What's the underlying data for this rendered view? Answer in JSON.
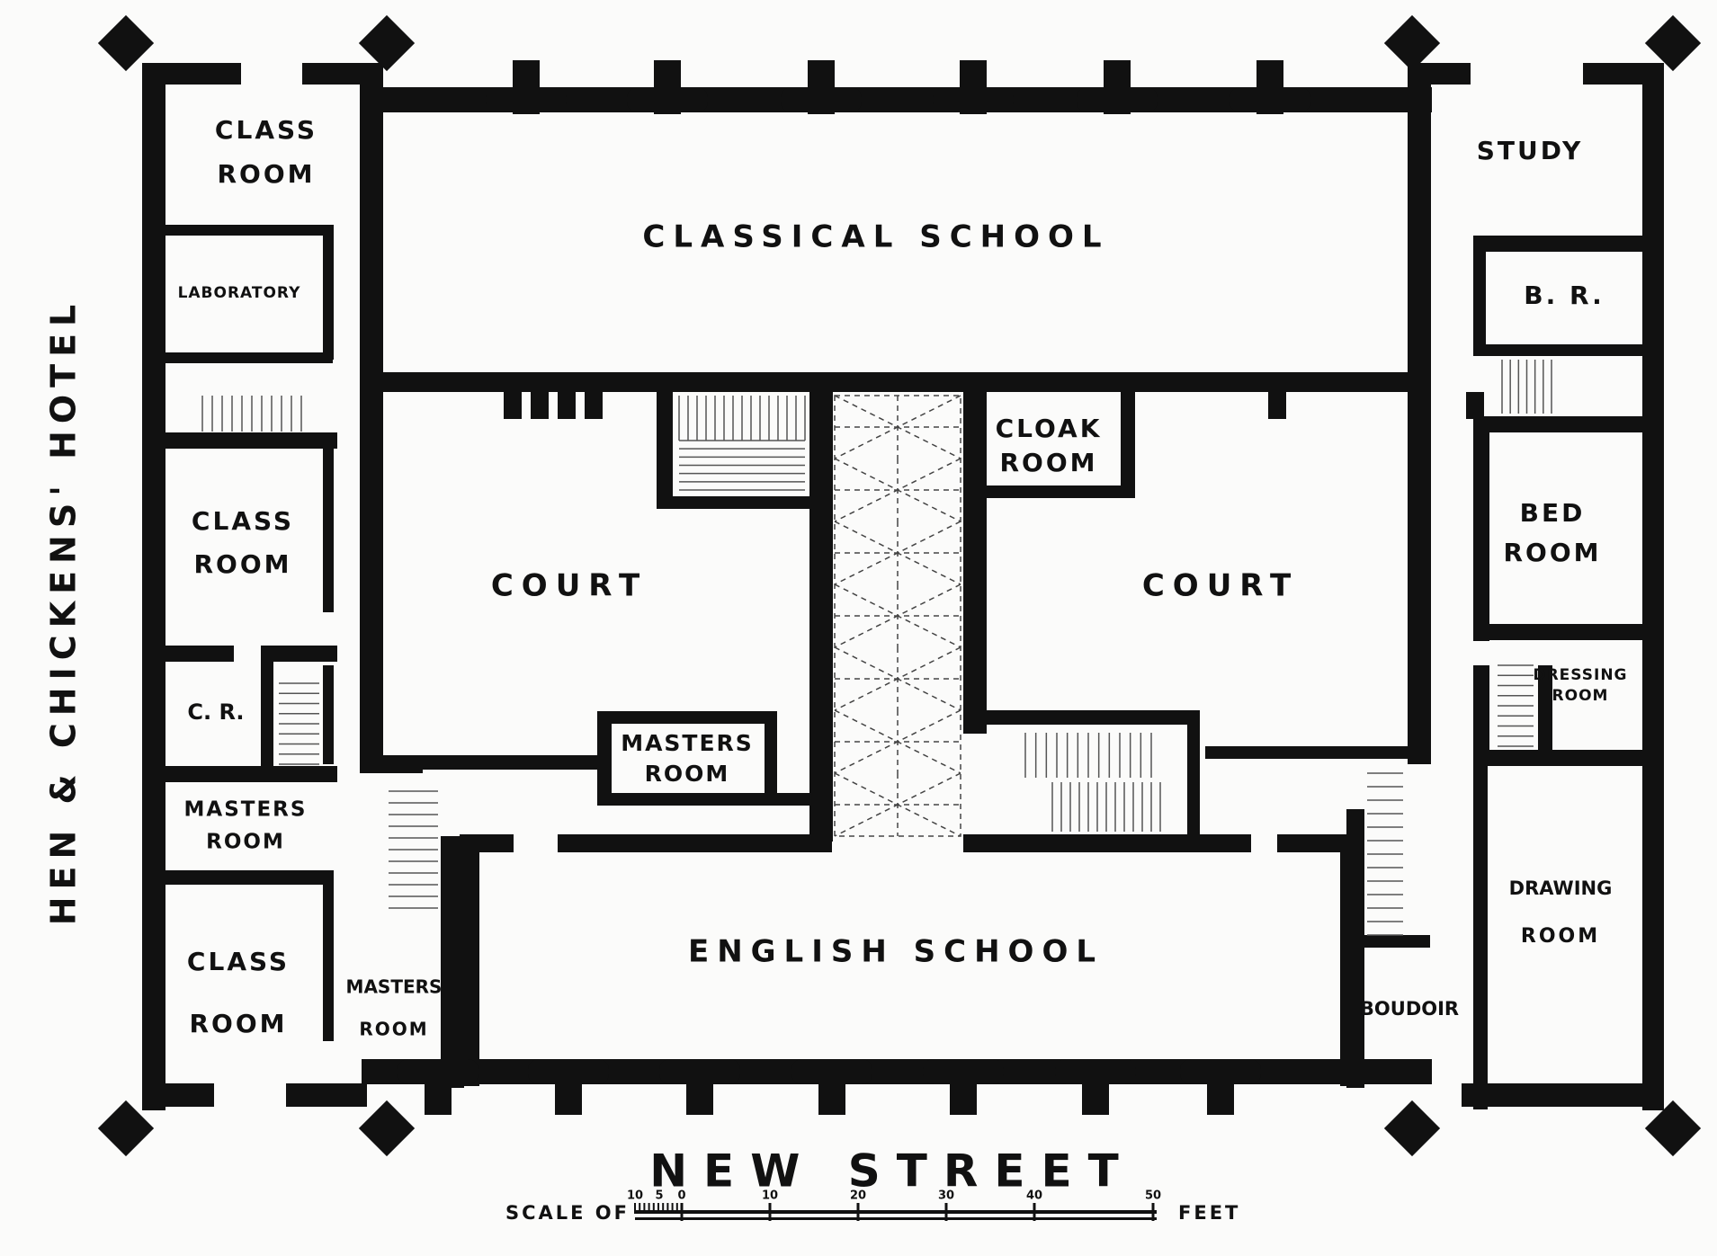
{
  "plan": {
    "adjacent_label": "HEN & CHICKENS' HOTEL",
    "street_label": "NEW STREET",
    "rooms": {
      "class_room_1": [
        "CLASS",
        "ROOM"
      ],
      "laboratory": "LABORATORY",
      "class_room_2": [
        "CLASS",
        "ROOM"
      ],
      "cr": "C. R.",
      "masters_room_1": [
        "MASTERS",
        "ROOM"
      ],
      "class_room_3": [
        "CLASS",
        "ROOM"
      ],
      "masters_room_2": [
        "MASTERS",
        "ROOM"
      ],
      "classical_school": "CLASSICAL SCHOOL",
      "court_left": "COURT",
      "court_right": "COURT",
      "cloak_room": [
        "CLOAK",
        "ROOM"
      ],
      "masters_room_3": [
        "MASTERS",
        "ROOM"
      ],
      "english_school": "ENGLISH SCHOOL",
      "study": "STUDY",
      "br": "B. R.",
      "bed_room": [
        "BED",
        "ROOM"
      ],
      "dressing_room": [
        "DRESSING",
        "ROOM"
      ],
      "drawing_room": [
        "DRAWING",
        "ROOM"
      ],
      "boudoir": "BOUDOIR"
    },
    "scale": {
      "prefix": "SCALE OF",
      "suffix": "FEET",
      "ticks": [
        "10",
        "5",
        "0",
        "10",
        "20",
        "30",
        "40",
        "50"
      ]
    }
  }
}
